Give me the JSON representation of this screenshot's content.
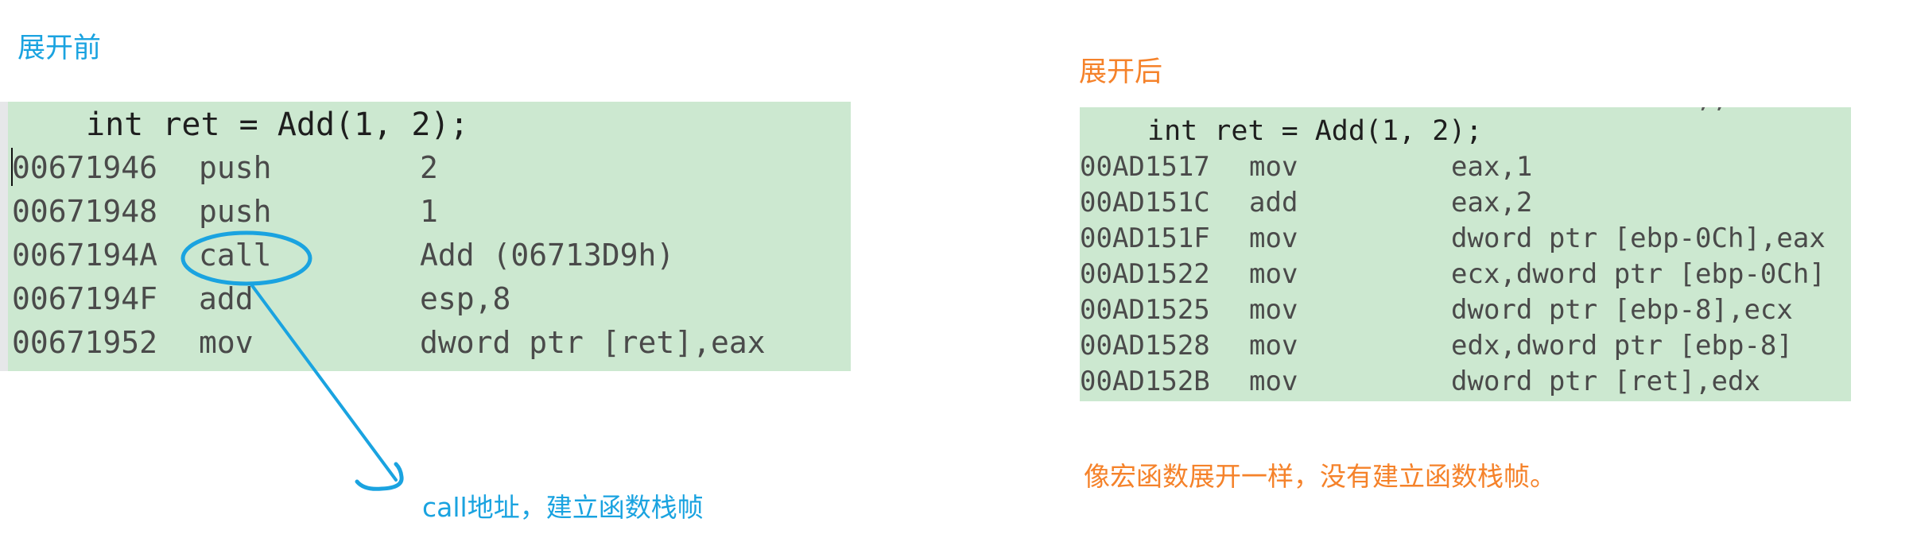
{
  "before": {
    "title": "展开前",
    "source_line": "int ret = Add(1, 2);",
    "rows": [
      {
        "address": "00671946",
        "mnemonic": "push",
        "operand": "2"
      },
      {
        "address": "00671948",
        "mnemonic": "push",
        "operand": "1"
      },
      {
        "address": "0067194A",
        "mnemonic": "call",
        "operand": "Add (06713D9h)"
      },
      {
        "address": "0067194F",
        "mnemonic": "add",
        "operand": "esp,8"
      },
      {
        "address": "00671952",
        "mnemonic": "mov",
        "operand": "dword ptr [ret],eax"
      }
    ],
    "annotation": "call地址，建立函数栈帧"
  },
  "after": {
    "title": "展开后",
    "source_line": "int ret = Add(1, 2);",
    "rows": [
      {
        "address": "00AD1517",
        "mnemonic": "mov",
        "operand": "eax,1"
      },
      {
        "address": "00AD151C",
        "mnemonic": "add",
        "operand": "eax,2"
      },
      {
        "address": "00AD151F",
        "mnemonic": "mov",
        "operand": "dword ptr [ebp-0Ch],eax"
      },
      {
        "address": "00AD1522",
        "mnemonic": "mov",
        "operand": "ecx,dword ptr [ebp-0Ch]"
      },
      {
        "address": "00AD1525",
        "mnemonic": "mov",
        "operand": "dword ptr [ebp-8],ecx"
      },
      {
        "address": "00AD1528",
        "mnemonic": "mov",
        "operand": "edx,dword ptr [ebp-8]"
      },
      {
        "address": "00AD152B",
        "mnemonic": "mov",
        "operand": "dword ptr [ret],edx"
      }
    ],
    "annotation": "像宏函数展开一样，没有建立函数栈帧。"
  },
  "colors": {
    "accent_blue": "#1aa3e0",
    "accent_orange": "#f5822a",
    "code_background": "#cce8d0"
  }
}
